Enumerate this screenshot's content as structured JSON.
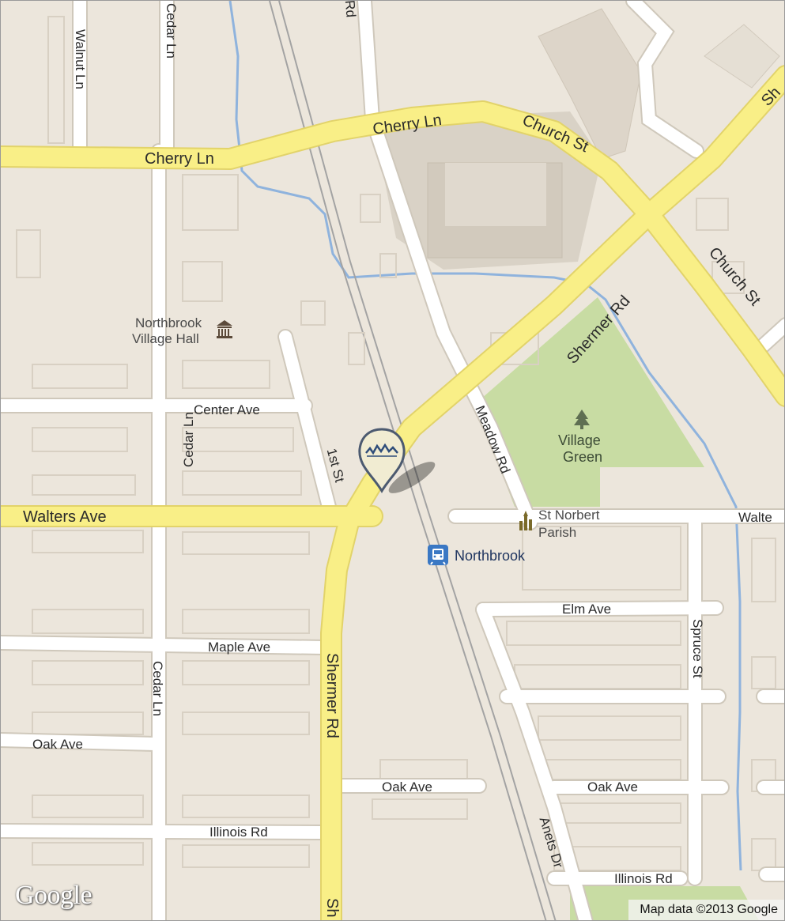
{
  "map": {
    "colors": {
      "land": "#ece6dc",
      "block": "#e5dfd4",
      "building_outline": "#d7cfc2",
      "major_road": "#f9ef87",
      "major_road_edge": "#e2d36a",
      "minor_road": "#ffffff",
      "minor_road_edge": "#cfc8bb",
      "park": "#c8dca3",
      "water": "#8fb3dd",
      "rail": "#9a9a9a",
      "campus": "#d9d2c6"
    },
    "roads": {
      "cherry_ln_west": "Cherry Ln",
      "cherry_ln_east": "Cherry Ln",
      "church_st_north": "Church St",
      "church_st_south": "Church St",
      "shermer_rd_north": "Shermer Rd",
      "shermer_rd_south": "Shermer Rd",
      "shermer_rd_bottom": "Sh",
      "shermer_top_right": "Sh",
      "walters_ave_west": "Walters Ave",
      "walters_ave_east": "Walte",
      "center_ave": "Center Ave",
      "first_st": "1st St",
      "cedar_ln_top": "Cedar Ln",
      "cedar_ln_mid": "Cedar Ln",
      "cedar_ln_low": "Cedar Ln",
      "walnut_ln": "Walnut Ln",
      "rd_top": "Rd",
      "meadow_rd": "Meadow Rd",
      "maple_ave": "Maple Ave",
      "oak_ave_west": "Oak Ave",
      "oak_ave_mid": "Oak Ave",
      "oak_ave_east": "Oak Ave",
      "illinois_rd_west": "Illinois Rd",
      "illinois_rd_east": "Illinois Rd",
      "elm_ave": "Elm Ave",
      "spruce_st": "Spruce St",
      "anets_dr": "Anets Dr"
    },
    "pois": {
      "village_hall_line1": "Northbrook",
      "village_hall_line2": "Village Hall",
      "village_hall_icon": "government-building-icon",
      "village_green_line1": "Village",
      "village_green_line2": "Green",
      "village_green_icon": "park-tree-icon",
      "parish_line1": "St Norbert",
      "parish_line2": "Parish",
      "parish_icon": "church-icon",
      "station": "Northbrook",
      "station_icon": "train-station-icon",
      "pin_icon": "location-pin-marker-icon"
    },
    "branding": {
      "logo": "Google",
      "attribution": "Map data ©2013 Google"
    }
  }
}
